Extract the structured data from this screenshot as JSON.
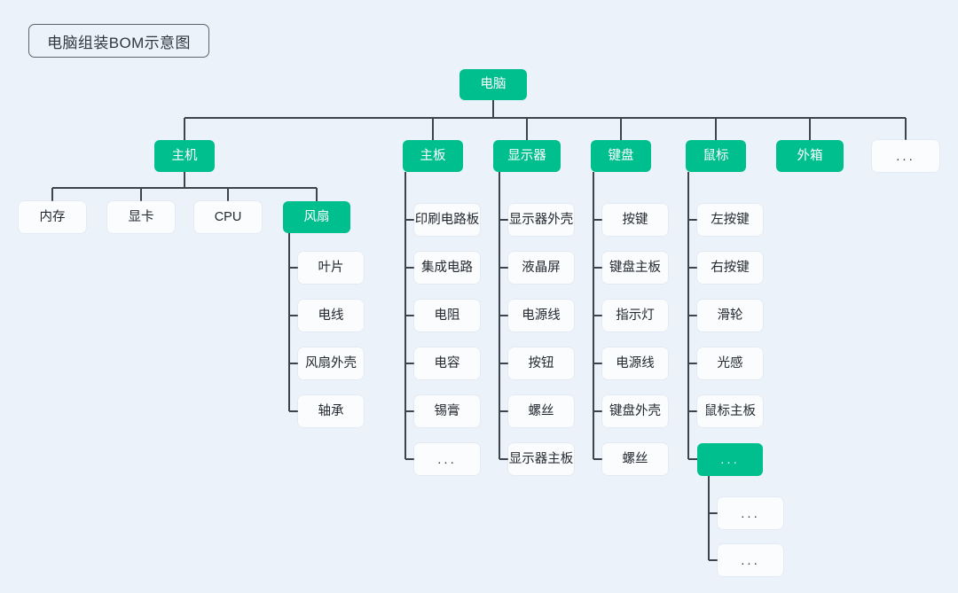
{
  "title": "电脑组装BOM示意图",
  "colors": {
    "background": "#ebf2fa",
    "node_green": "#00bf8f",
    "node_plain": "#fafcfe",
    "link": "#3d4450",
    "text_dark": "#24292f",
    "text_light": "#ffffff"
  },
  "nodes": {
    "root": "电脑",
    "level1": {
      "host": "主机",
      "mainboard": "主板",
      "monitor": "显示器",
      "keyboard": "键盘",
      "mouse": "鼠标",
      "case": "外箱",
      "more": "..."
    },
    "host_children": {
      "memory": "内存",
      "gpu": "显卡",
      "cpu": "CPU",
      "fan": "风扇"
    },
    "fan_children": {
      "blade": "叶片",
      "wire": "电线",
      "shell": "风扇外壳",
      "bearing": "轴承"
    },
    "mainboard_children": {
      "pcb": "印刷电路板",
      "ic": "集成电路",
      "resistor": "电阻",
      "capacitor": "电容",
      "solder": "锡膏",
      "more": "..."
    },
    "monitor_children": {
      "shell": "显示器外壳",
      "lcd": "液晶屏",
      "power_cable": "电源线",
      "button": "按钮",
      "screw": "螺丝",
      "board": "显示器主板"
    },
    "keyboard_children": {
      "keys": "按键",
      "board": "键盘主板",
      "indicator": "指示灯",
      "power_cable": "电源线",
      "shell": "键盘外壳",
      "screw": "螺丝"
    },
    "mouse_children": {
      "left_button": "左按键",
      "right_button": "右按键",
      "wheel": "滑轮",
      "sensor": "光感",
      "board": "鼠标主板",
      "more": "..."
    },
    "mouse_more_children": {
      "more_1": "...",
      "more_2": "..."
    }
  }
}
